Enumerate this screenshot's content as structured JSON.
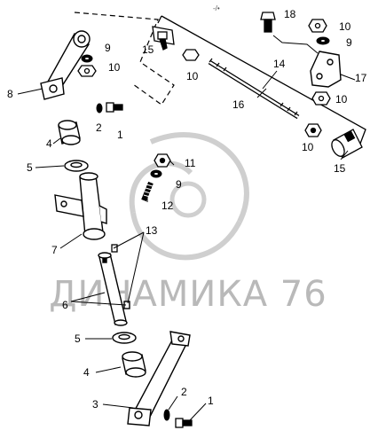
{
  "watermark": {
    "text": "ДИНАМИКА 76",
    "color": "#b9b9b9"
  },
  "corner_mark": "-/•",
  "callouts": {
    "c1a": "1",
    "c1b": "1",
    "c2a": "2",
    "c2b": "2",
    "c3": "3",
    "c4a": "4",
    "c4b": "4",
    "c5a": "5",
    "c5b": "5",
    "c6": "6",
    "c7": "7",
    "c8": "8",
    "c9a": "9",
    "c9b": "9",
    "c9c": "9",
    "c10a": "10",
    "c10b": "10",
    "c10c": "10",
    "c10d": "10",
    "c10e": "10",
    "c11": "11",
    "c12": "12",
    "c13": "13",
    "c14": "14",
    "c15a": "15",
    "c15b": "15",
    "c16": "16",
    "c17": "17",
    "c18": "18"
  }
}
